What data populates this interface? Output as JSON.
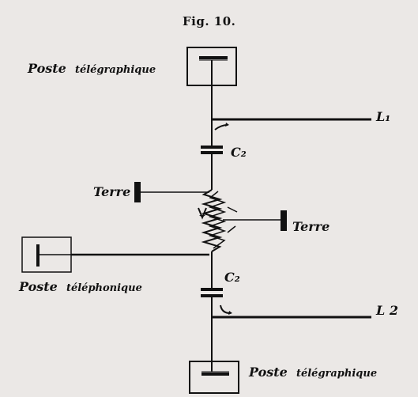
{
  "figure": {
    "title": "Fig. 10.",
    "top_station": {
      "word1": "Poste",
      "word2": "télégraphique"
    },
    "bottom_station": {
      "word1": "Poste",
      "word2": "télégraphique"
    },
    "phone_station": {
      "word1": "Poste",
      "word2": "téléphonique"
    },
    "line1_label": "L₁",
    "line2_label": "L 2",
    "capacitor1_label": "C₂",
    "capacitor2_label": "C₂",
    "earth_left_label": "Terre",
    "earth_right_label": "Terre"
  }
}
